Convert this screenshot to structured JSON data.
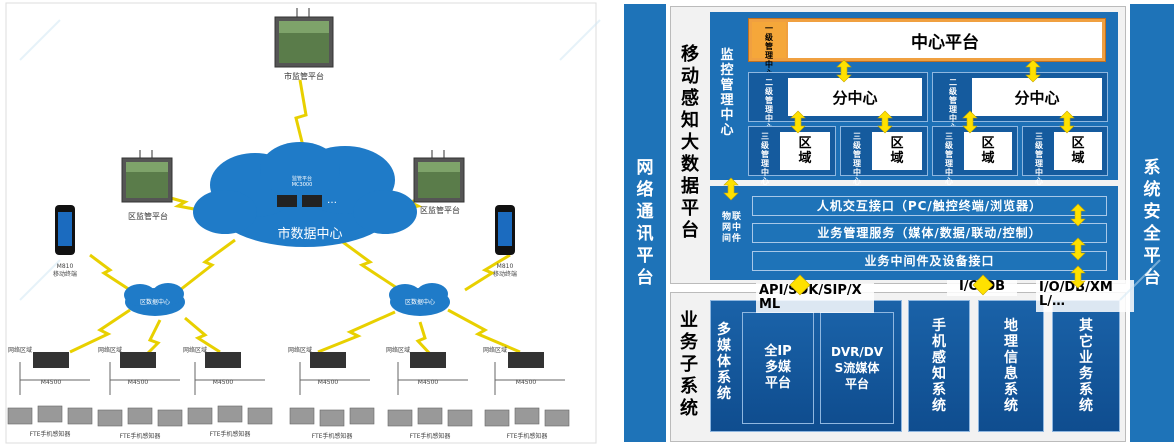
{
  "left": {
    "city_platform": "市监管平台",
    "district_platform_left": "区监管平台",
    "district_platform_right": "区监管平台",
    "city_cloud_label": "市数据中心",
    "cloud_text": "监管平台\nMC3000",
    "cloud_dots": "…",
    "mobile_left_model": "M810",
    "mobile_left_label": "移动终端",
    "mobile_right_model": "M810",
    "mobile_right_label": "移动终端",
    "rc_left": "区数据中心",
    "rc_right": "区数据中心",
    "network_zone": "网络区域",
    "device_model": "M4500",
    "sensor_label": "FTE手机感知器"
  },
  "right": {
    "left_bar": "网络通讯平台",
    "right_bar": "系统安全平台",
    "big_platform": "移动感知大数据平台",
    "monitor_center": "监控管理中心",
    "level1": "一级管理中心",
    "central": "中心平台",
    "level2": "二级管理中心",
    "branch": "分中心",
    "level3": "三级管理中心",
    "region": "区域",
    "iot_middleware": "物联网中间件",
    "hci": "人机交互接口（PC/触控终端/浏览器）",
    "business_service": "业务管理服务（媒体/数据/联动/控制）",
    "middleware_iface": "业务中间件及设备接口",
    "api_label": "API/SDK/SIP/XML",
    "io_db": "I/O/DB",
    "io_db_xml": "I/O/DB/XML/…",
    "business_sub": "业务子系统",
    "multimedia": "多媒体系统",
    "fullip": "全IP多媒平台",
    "dvr": "DVR/DVS流媒体平台",
    "mobile_sense": "手机感知系统",
    "geo_info": "地理信息系统",
    "other_business": "其它业务系统"
  }
}
